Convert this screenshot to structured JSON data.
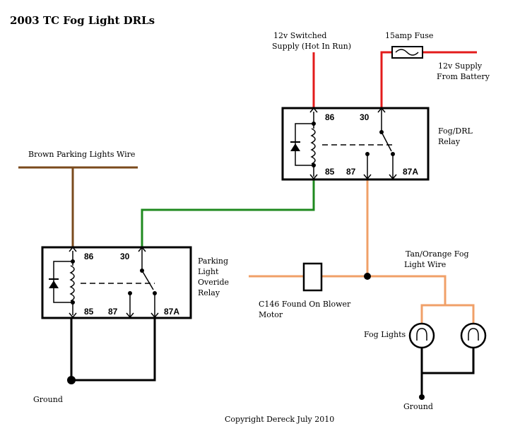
{
  "title": "2003 TC Fog Light DRLs",
  "colors": {
    "red": "#e31b1b",
    "green": "#1f8a1f",
    "brown": "#7a4a1c",
    "orange": "#f0a068",
    "black": "#000000"
  },
  "labels": {
    "switched_supply_1": "12v Switched",
    "switched_supply_2": "Supply (Hot In Run)",
    "fuse": "15amp Fuse",
    "battery_1": "12v Supply",
    "battery_2": "From Battery",
    "fog_relay_1": "Fog/DRL",
    "fog_relay_2": "Relay",
    "brown_wire": "Brown Parking Lights Wire",
    "park_relay_1": "Parking",
    "park_relay_2": "Light",
    "park_relay_3": "Overide",
    "park_relay_4": "Relay",
    "tan_wire_1": "Tan/Orange Fog",
    "tan_wire_2": "Light Wire",
    "c146_1": "C146 Found On Blower",
    "c146_2": "Motor",
    "fog_lights": "Fog Lights",
    "ground_left": "Ground",
    "ground_right": "Ground",
    "copyright": "Copyright Dereck July 2010"
  },
  "pins": {
    "p86": "86",
    "p30": "30",
    "p85": "85",
    "p87": "87",
    "p87a": "87A"
  }
}
